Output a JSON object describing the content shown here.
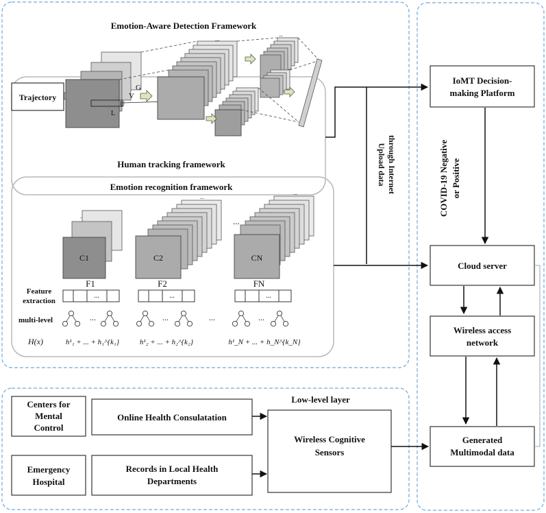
{
  "colors": {
    "region_border": "#6fa9d9",
    "box_stroke": "#333333",
    "arrow": "#111111",
    "layer_dark": "#8e8e8e",
    "layer_mid": "#b0b0b0",
    "layer_light": "#e6e6e6",
    "small_arrow_fill": "#d9e8b8",
    "frame_stroke": "#b8b8b8"
  },
  "top_panel": {
    "title": "Emotion-Aware Detection Framework",
    "trajectory_label": "Trajectory",
    "axis_letters": [
      "V",
      "G",
      "U",
      "L"
    ],
    "ellipsis_marks": [
      "...",
      "..."
    ],
    "human_tracking_title": "Human tracking framework",
    "emotion_recognition_title": "Emotion recognition framework",
    "cnn_blocks": [
      {
        "label": "C1",
        "feature": "F1",
        "expression": "h¹₁ + ... + h₁^{k₁}"
      },
      {
        "label": "C2",
        "feature": "F2",
        "expression": "h¹₂ + ... + h₂^{k₂}"
      },
      {
        "label": "CN",
        "feature": "FN",
        "expression": "h¹_N + ... + h_N^{k_N}"
      }
    ],
    "between_dots": "...",
    "vector_dots": "...",
    "feature_extraction_label": [
      "Feature",
      "extraction"
    ],
    "multilevel_label": "multi-level",
    "hx_label": "H(x)"
  },
  "upload_label": [
    "Upload data",
    "through Internet"
  ],
  "right_panel": {
    "iomt_box": [
      "IoMT Decision-",
      "making Platform"
    ],
    "covid_label": [
      "COVID-19 Negative",
      "or Positive"
    ],
    "cloud_box": "Cloud server",
    "wireless_access_box": [
      "Wireless access",
      "network"
    ],
    "multimodal_box": [
      "Generated",
      "Multimodal data"
    ]
  },
  "bottom_panel": {
    "layer_title": "Low-level layer",
    "mental_box": [
      "Centers for",
      "Mental",
      "Control"
    ],
    "online_box": "Online Health Consulatation",
    "emergency_box": [
      "Emergency",
      "Hospital"
    ],
    "records_box": [
      "Records in Local Health",
      "Departments"
    ],
    "sensors_box": [
      "Wireless Cognitive",
      "Sensors"
    ]
  }
}
